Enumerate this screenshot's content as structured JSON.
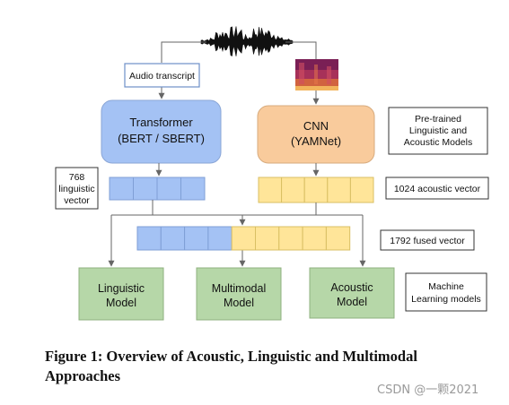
{
  "diagram": {
    "audio_transcript": "Audio transcript",
    "transformer": {
      "line1": "Transformer",
      "line2": "(BERT / SBERT)"
    },
    "cnn": {
      "line1": "CNN",
      "line2": "(YAMNet)"
    },
    "pretrained": [
      "Pre-trained",
      "Linguistic and",
      "Acoustic Models"
    ],
    "linguistic_vector": [
      "768",
      "linguistic",
      "vector"
    ],
    "acoustic_vector": "1024 acoustic vector",
    "fused_vector": "1792 fused vector",
    "models": {
      "linguistic": [
        "Linguistic",
        "Model"
      ],
      "multimodal": [
        "Multimodal",
        "Model"
      ],
      "acoustic": [
        "Acoustic",
        "Model"
      ]
    },
    "ml_models": [
      "Machine",
      "Learning models"
    ],
    "colors": {
      "transformer": "#a4c2f4",
      "cnn": "#f9cb9c",
      "model_box": "#b6d7a8",
      "linguistic_cell": "#a4c2f4",
      "acoustic_cell": "#ffe599",
      "connector": "#666666"
    }
  },
  "caption": "Figure 1: Overview of Acoustic, Linguistic and Multimodal Approaches",
  "watermark": "CSDN @一颗2021"
}
